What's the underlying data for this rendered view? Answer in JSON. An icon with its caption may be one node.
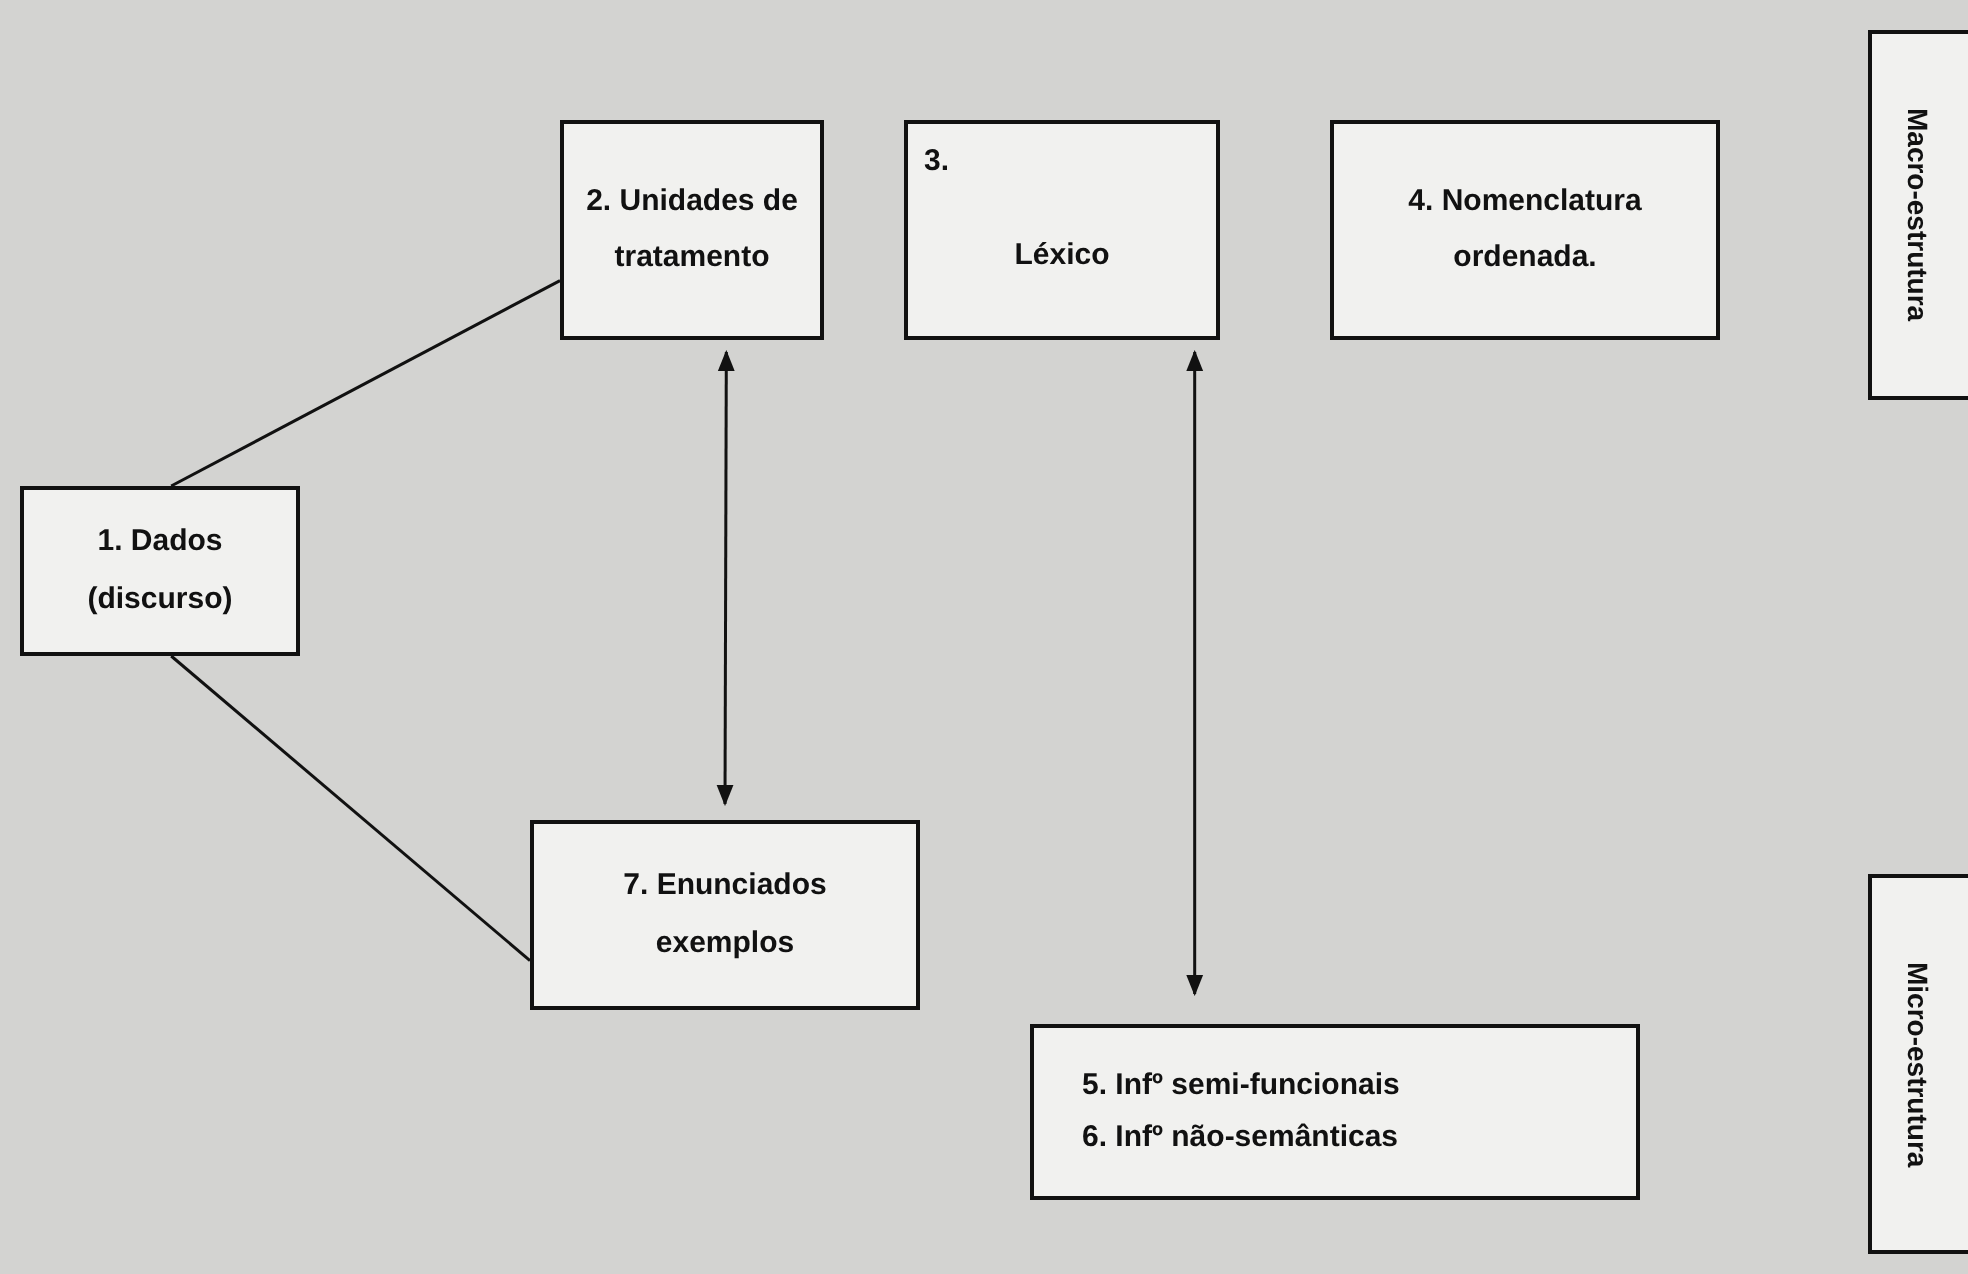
{
  "diagram": {
    "nodes": [
      {
        "text": [
          "1. Dados (discurso)"
        ]
      },
      {
        "text": [
          "2. Unidades de tratamento"
        ]
      },
      {
        "text": [
          "3.",
          "Léxico"
        ]
      },
      {
        "text": [
          "4. Nomenclatura ordenada."
        ]
      },
      {
        "text": [
          "7. Enunciados exemplos"
        ]
      },
      {
        "text": [
          "5. Infº semi-funcionais",
          "6. Infº não-semânticas"
        ]
      },
      {
        "text": [
          "Macro-estrutura"
        ]
      },
      {
        "text": [
          "Micro-estrutura"
        ]
      }
    ],
    "edges": [
      {
        "from": 0,
        "to": 1,
        "arrow": "none"
      },
      {
        "from": 0,
        "to": 4,
        "arrow": "none"
      },
      {
        "from": 1,
        "to": 4,
        "arrow": "both"
      },
      {
        "from": 2,
        "to": 5,
        "arrow": "both"
      }
    ]
  }
}
